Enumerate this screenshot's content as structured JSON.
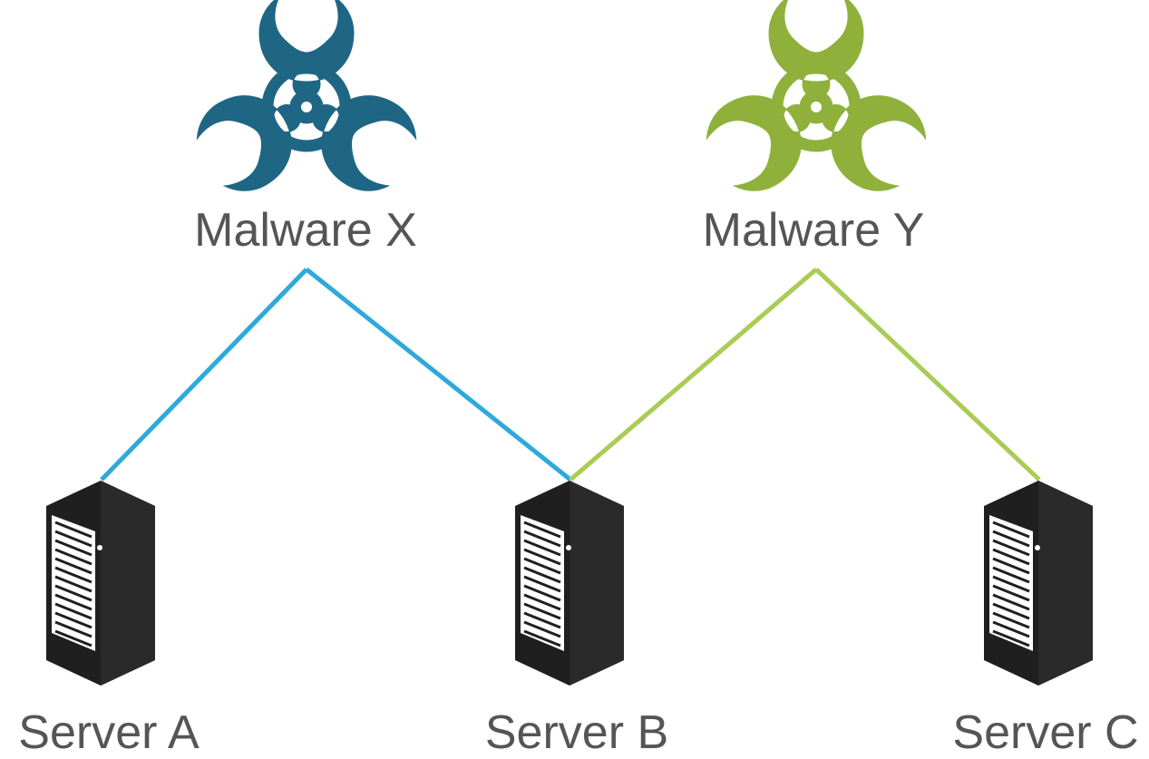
{
  "colors": {
    "malware_x": "#1f6685",
    "malware_y": "#8fb13c",
    "link_x": "#2ea9dc",
    "link_y": "#a9cc55",
    "server_body": "#1f1f1f",
    "label": "#555555"
  },
  "malware": [
    {
      "id": "x",
      "label": "Malware X",
      "icon": "biohazard-icon",
      "color": "#1f6685"
    },
    {
      "id": "y",
      "label": "Malware Y",
      "icon": "biohazard-icon",
      "color": "#8fb13c"
    }
  ],
  "servers": [
    {
      "id": "a",
      "label": "Server A",
      "icon": "server-rack-icon"
    },
    {
      "id": "b",
      "label": "Server B",
      "icon": "server-rack-icon"
    },
    {
      "id": "c",
      "label": "Server C",
      "icon": "server-rack-icon"
    }
  ],
  "links": [
    {
      "from": "Malware X",
      "to": "Server A"
    },
    {
      "from": "Malware X",
      "to": "Server B"
    },
    {
      "from": "Malware Y",
      "to": "Server B"
    },
    {
      "from": "Malware Y",
      "to": "Server C"
    }
  ]
}
